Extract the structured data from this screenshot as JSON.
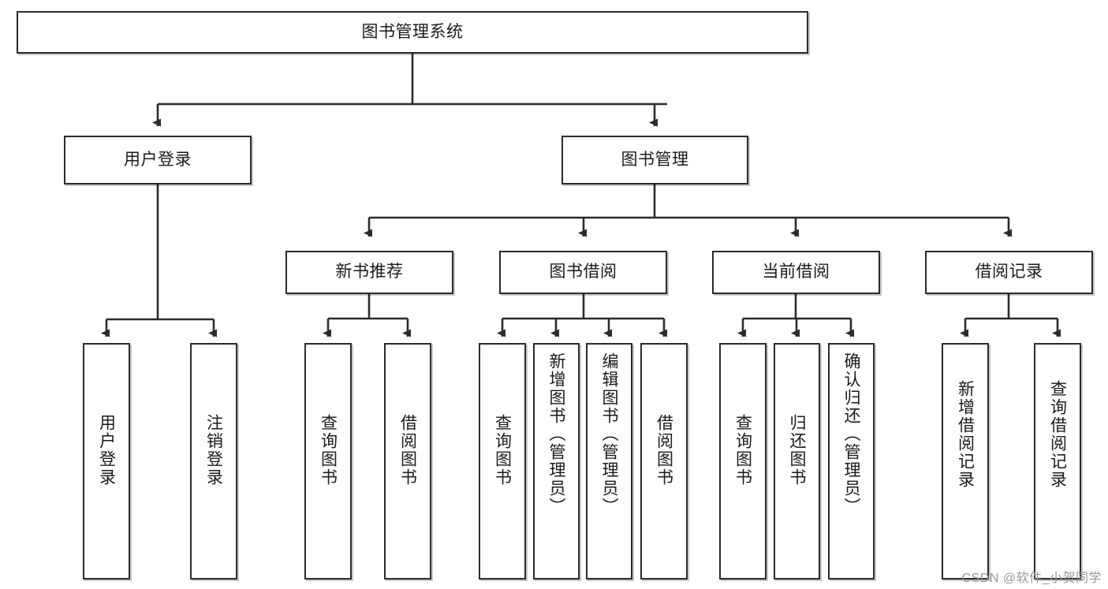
{
  "diagram": {
    "title": "图书管理系统",
    "type": "tree-hierarchy-diagram",
    "colors": {
      "box_border": "#2b2b2b",
      "box_fill": "#ffffff",
      "connector": "#2b2b2b",
      "watermark": "#9a9a9a"
    },
    "levels": {
      "root": "图书管理系统",
      "level1": [
        "用户登录",
        "图书管理"
      ],
      "level2": [
        "新书推荐",
        "图书借阅",
        "当前借阅",
        "借阅记录"
      ],
      "level3": [
        "用户登录",
        "注销登录",
        "查询图书",
        "借阅图书",
        "查询图书",
        "新增图书（管理员）",
        "编辑图书（管理员）",
        "借阅图书",
        "查询图书",
        "归还图书",
        "确认归还（管理员）",
        "新增借阅记录",
        "查询借阅记录"
      ]
    },
    "nodes": {
      "root": {
        "label": "图书管理系统"
      },
      "user_login": {
        "label": "用户登录"
      },
      "book_manage": {
        "label": "图书管理"
      },
      "new_book_rec": {
        "label": "新书推荐"
      },
      "book_borrow": {
        "label": "图书借阅"
      },
      "current_borrow": {
        "label": "当前借阅"
      },
      "borrow_record": {
        "label": "借阅记录"
      },
      "leaf_user_login": {
        "label": "用户登录"
      },
      "leaf_logout": {
        "label": "注销登录"
      },
      "leaf_query_book_a": {
        "label": "查询图书"
      },
      "leaf_borrow_book_a": {
        "label": "借阅图书"
      },
      "leaf_query_book_b": {
        "label": "查询图书"
      },
      "leaf_add_book": {
        "label": "新增图书（管理员）"
      },
      "leaf_edit_book": {
        "label": "编辑图书（管理员）"
      },
      "leaf_borrow_book_b": {
        "label": "借阅图书"
      },
      "leaf_query_book_c": {
        "label": "查询图书"
      },
      "leaf_return_book": {
        "label": "归还图书"
      },
      "leaf_confirm_return": {
        "label": "确认归还（管理员）"
      },
      "leaf_add_record": {
        "label": "新增借阅记录"
      },
      "leaf_query_record": {
        "label": "查询借阅记录"
      }
    },
    "edges": [
      {
        "from": "root",
        "to": "user_login"
      },
      {
        "from": "root",
        "to": "book_manage"
      },
      {
        "from": "user_login",
        "to": "leaf_user_login"
      },
      {
        "from": "user_login",
        "to": "leaf_logout"
      },
      {
        "from": "book_manage",
        "to": "new_book_rec"
      },
      {
        "from": "book_manage",
        "to": "book_borrow"
      },
      {
        "from": "book_manage",
        "to": "current_borrow"
      },
      {
        "from": "book_manage",
        "to": "borrow_record"
      },
      {
        "from": "new_book_rec",
        "to": "leaf_query_book_a"
      },
      {
        "from": "new_book_rec",
        "to": "leaf_borrow_book_a"
      },
      {
        "from": "book_borrow",
        "to": "leaf_query_book_b"
      },
      {
        "from": "book_borrow",
        "to": "leaf_add_book"
      },
      {
        "from": "book_borrow",
        "to": "leaf_edit_book"
      },
      {
        "from": "book_borrow",
        "to": "leaf_borrow_book_b"
      },
      {
        "from": "current_borrow",
        "to": "leaf_query_book_c"
      },
      {
        "from": "current_borrow",
        "to": "leaf_return_book"
      },
      {
        "from": "current_borrow",
        "to": "leaf_confirm_return"
      },
      {
        "from": "borrow_record",
        "to": "leaf_add_record"
      },
      {
        "from": "borrow_record",
        "to": "leaf_query_record"
      }
    ],
    "watermark": "CSDN @软件_小贺同学"
  }
}
